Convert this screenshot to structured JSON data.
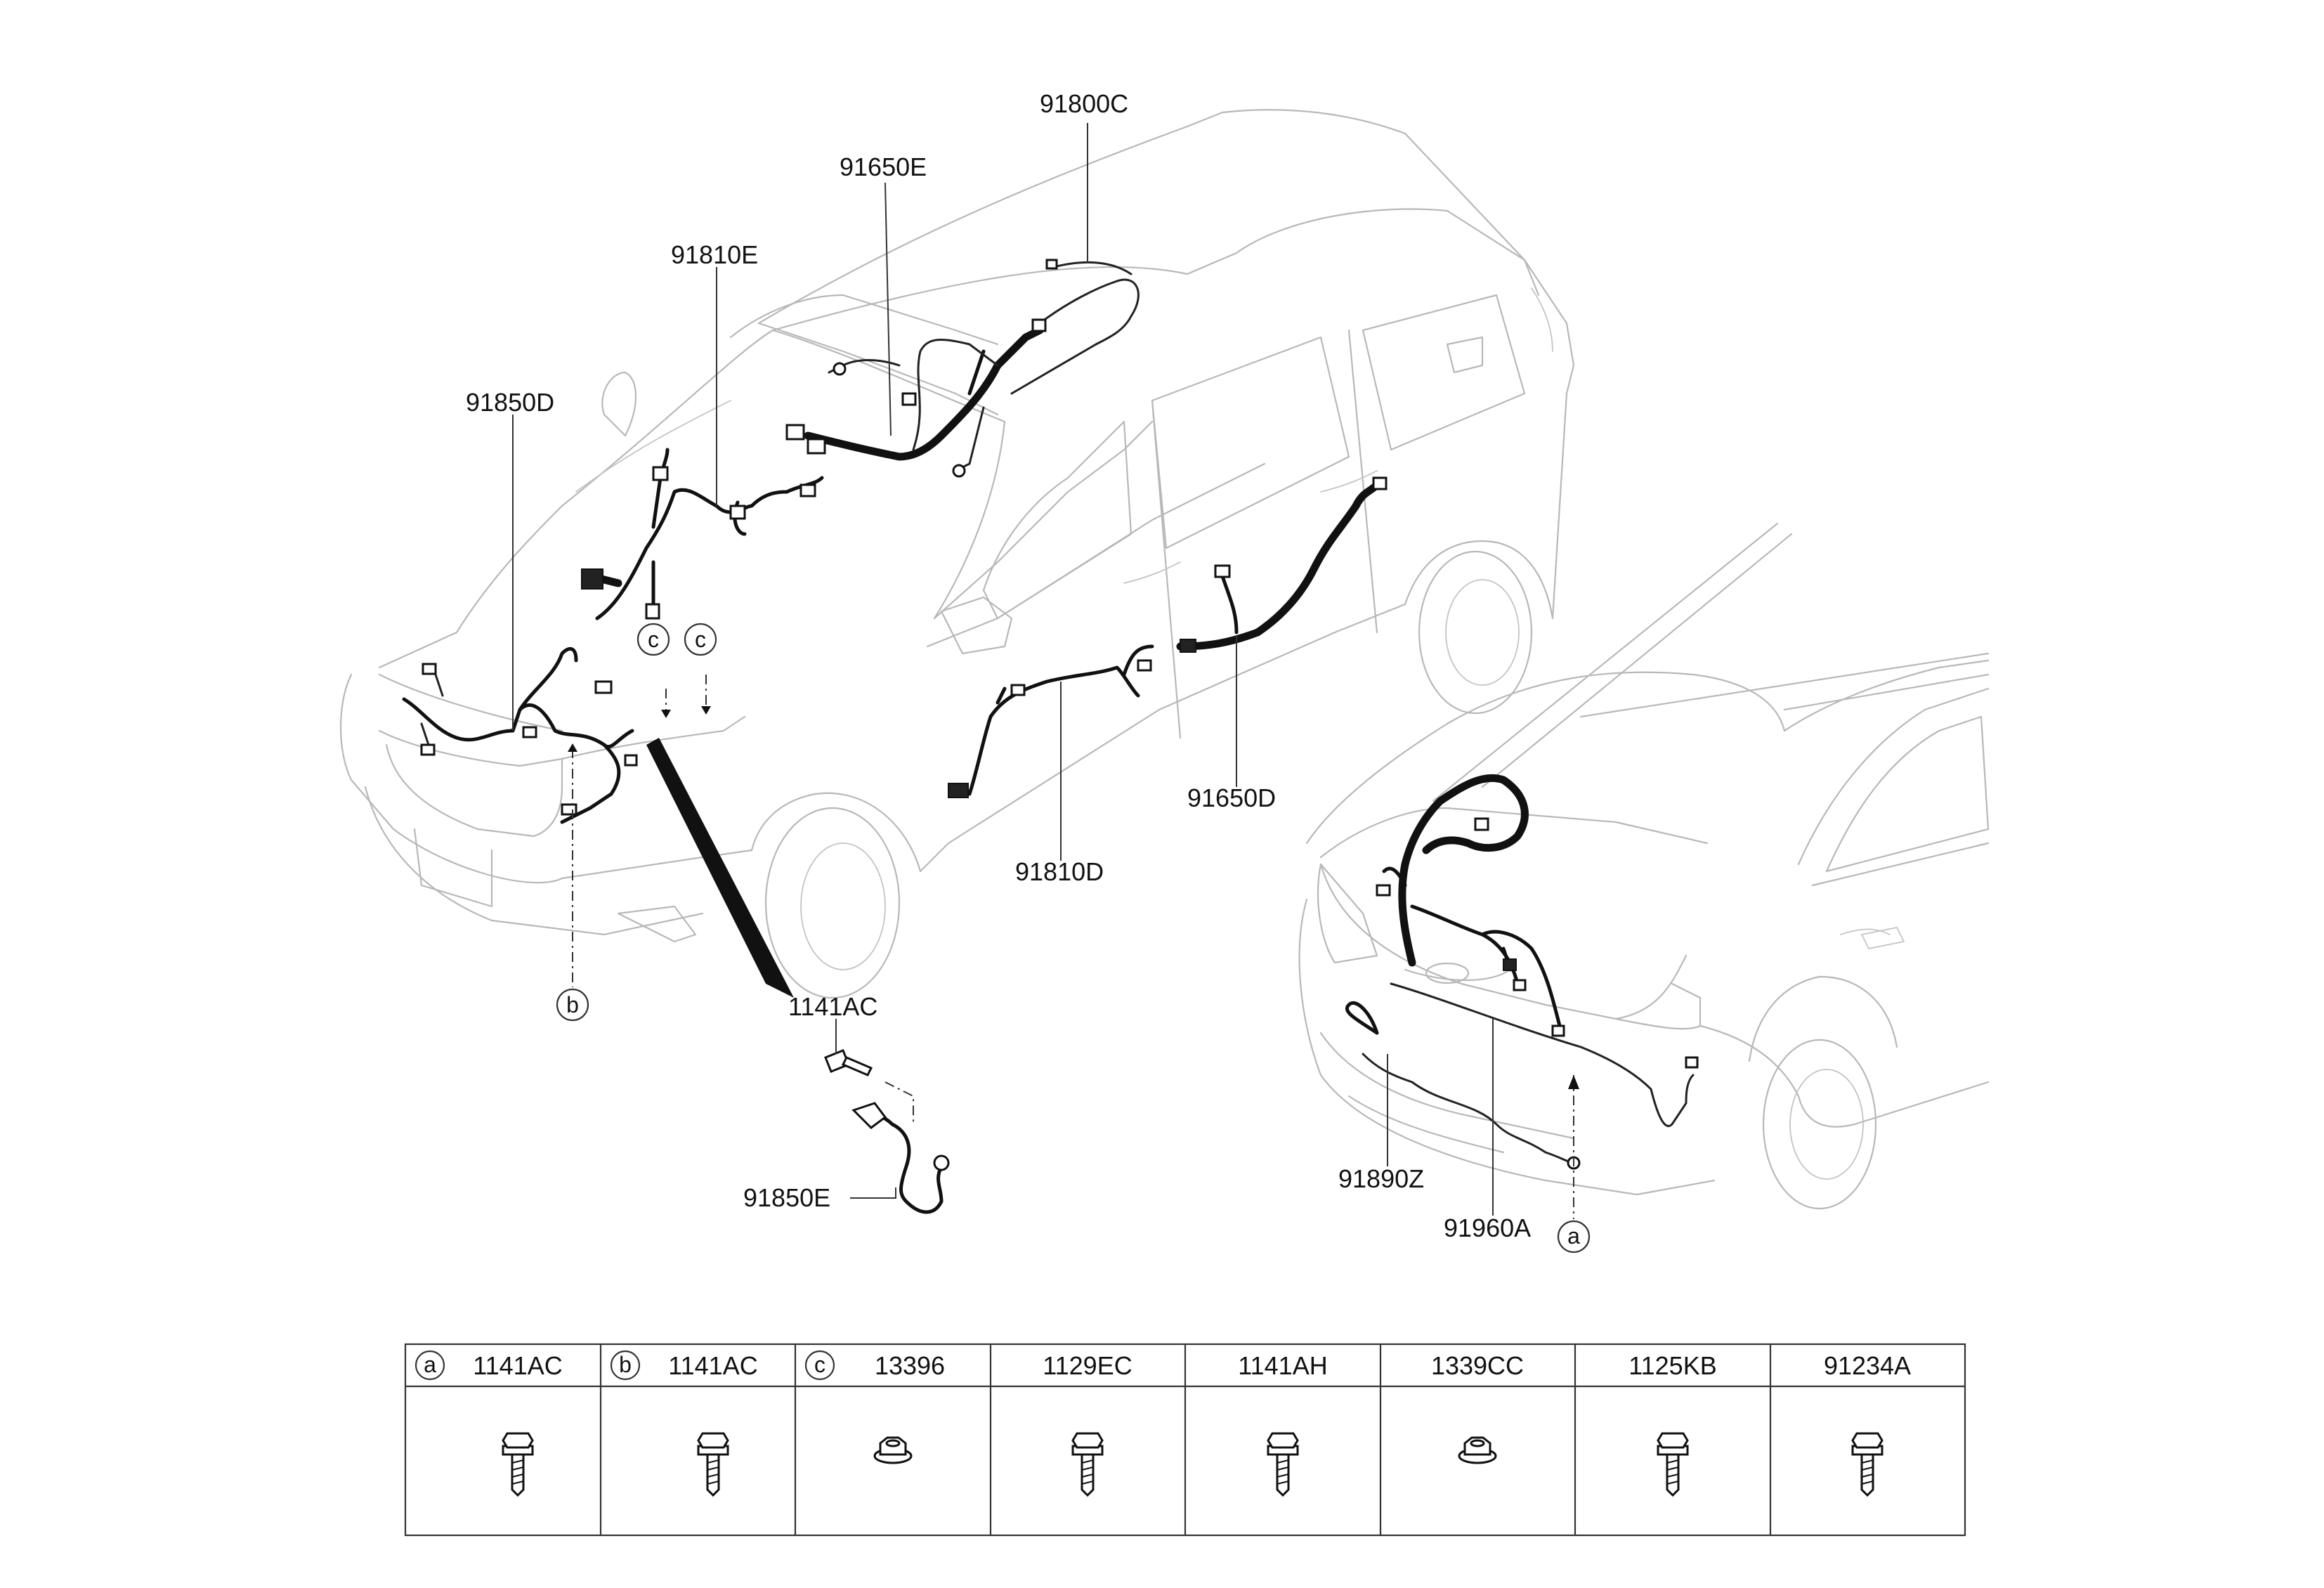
{
  "labels": {
    "l_91800C": "91800C",
    "l_91650E": "91650E",
    "l_91810E": "91810E",
    "l_91850D": "91850D",
    "l_91650D": "91650D",
    "l_91810D": "91810D",
    "l_1141AC": "1141AC",
    "l_91850E": "91850E",
    "l_91890Z": "91890Z",
    "l_91960A": "91960A"
  },
  "callouts": {
    "c1": "c",
    "c2": "c",
    "b": "b",
    "a": "a"
  },
  "fastener_table": [
    {
      "ref": "a",
      "part": "1141AC",
      "icon": "flange-bolt-icon"
    },
    {
      "ref": "b",
      "part": "1141AC",
      "icon": "flange-bolt-icon"
    },
    {
      "ref": "c",
      "part": "13396",
      "icon": "flange-nut-icon"
    },
    {
      "ref": "",
      "part": "1129EC",
      "icon": "flange-bolt-icon"
    },
    {
      "ref": "",
      "part": "1141AH",
      "icon": "flange-bolt-icon"
    },
    {
      "ref": "",
      "part": "1339CC",
      "icon": "flange-nut-icon"
    },
    {
      "ref": "",
      "part": "1125KB",
      "icon": "flange-bolt-icon"
    },
    {
      "ref": "",
      "part": "91234A",
      "icon": "flange-bolt-icon"
    }
  ]
}
